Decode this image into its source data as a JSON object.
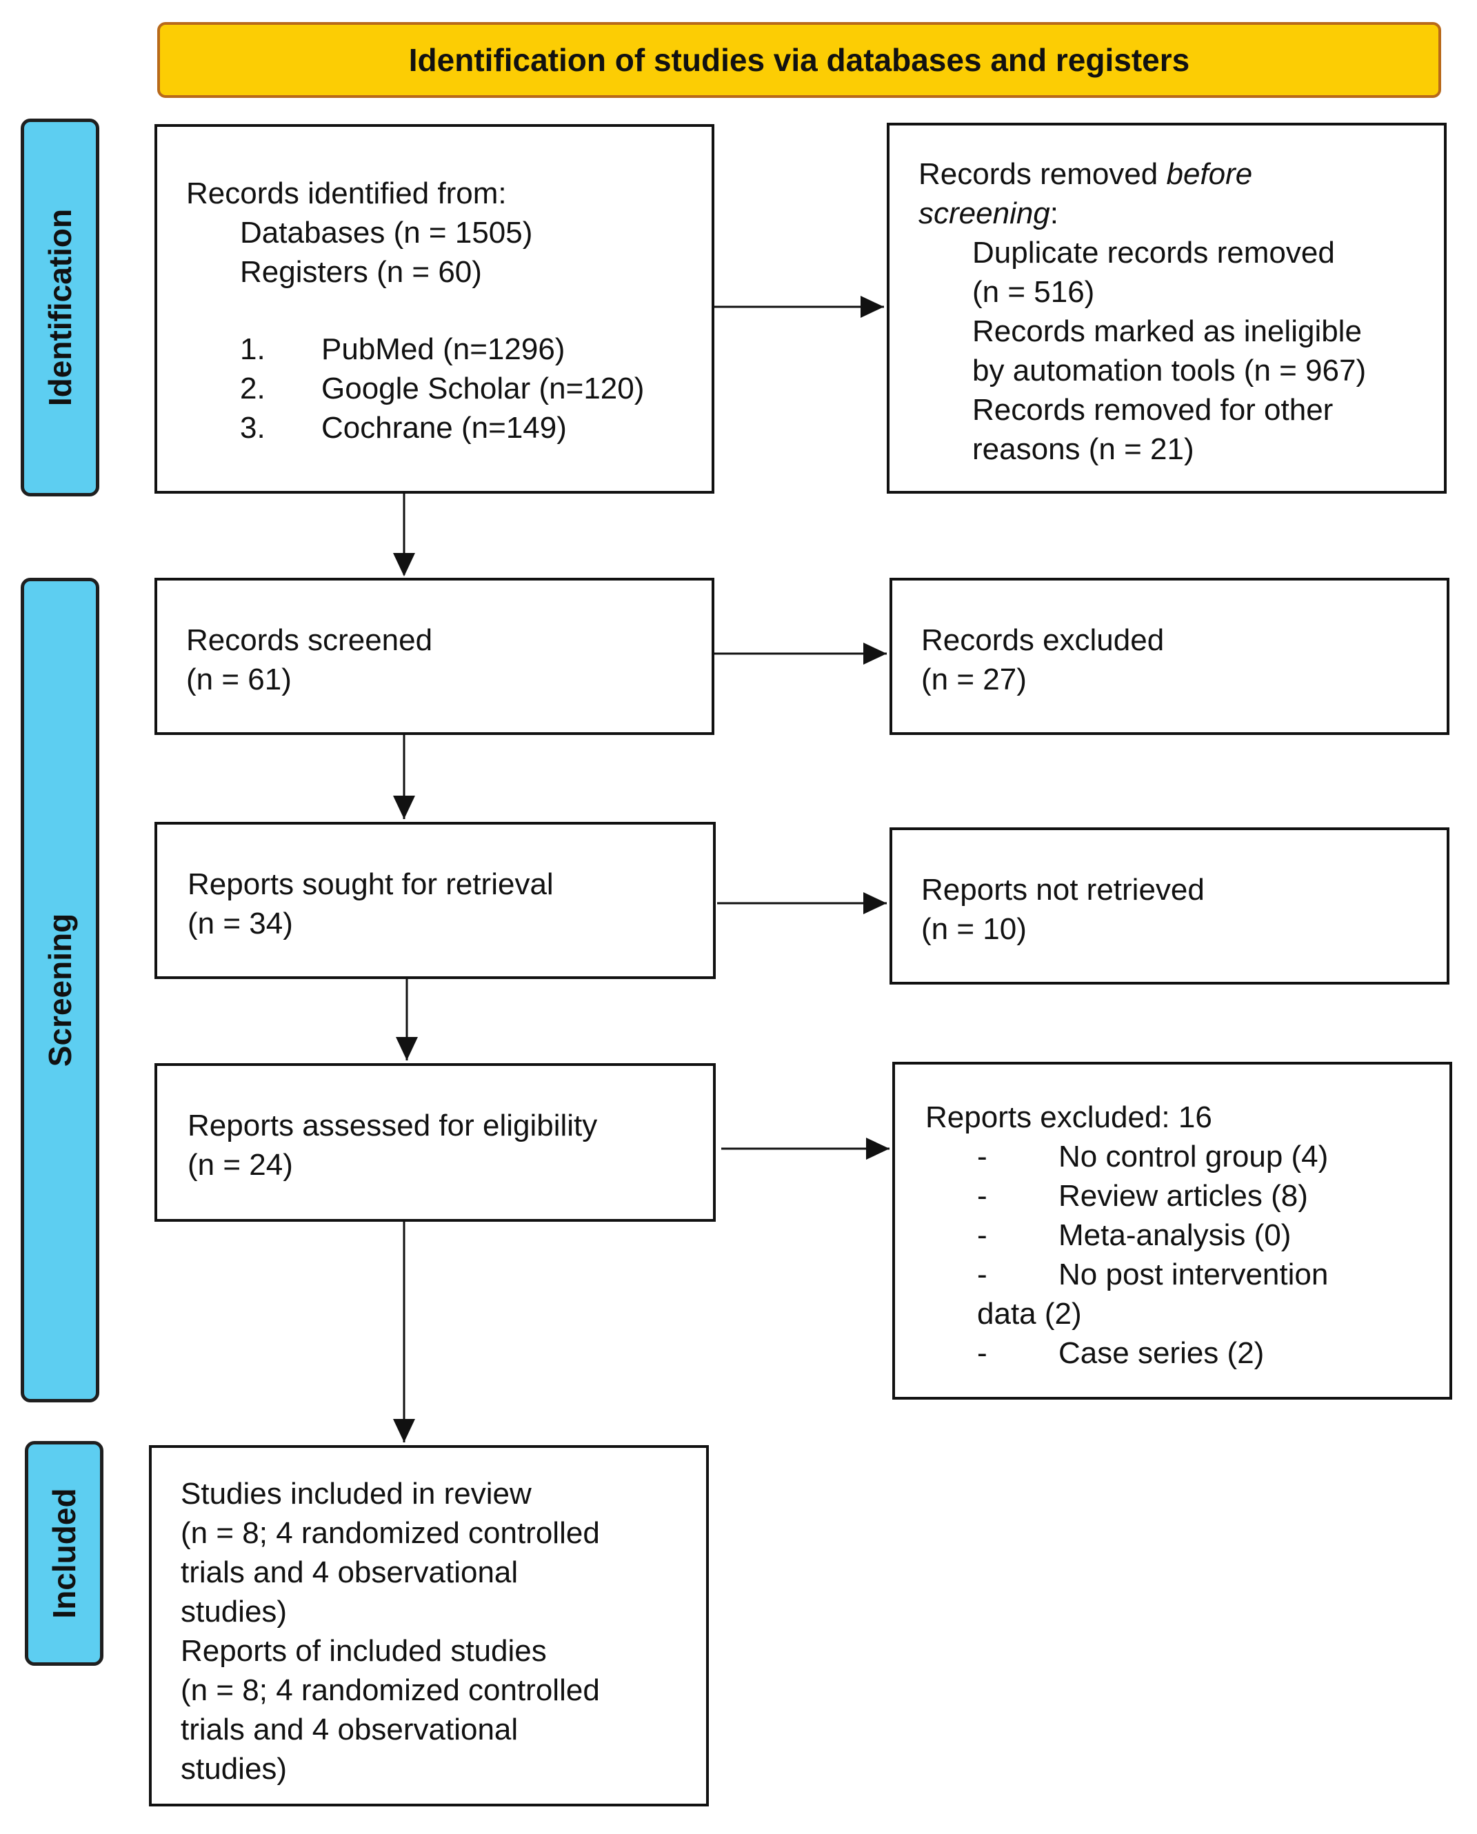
{
  "colors": {
    "banner_fill": "#fccd04",
    "side_fill": "#5dcef1",
    "border": "#111111"
  },
  "banner": {
    "title": "Identification of studies via databases and registers"
  },
  "phases": [
    {
      "label": "Identification"
    },
    {
      "label": "Screening"
    },
    {
      "label": "Included"
    }
  ],
  "identified": {
    "heading": "Records identified from:",
    "databases": "Databases (n = 1505)",
    "registers": "Registers (n = 60)",
    "sources": [
      {
        "num": "1.",
        "text": "PubMed (n=1296)"
      },
      {
        "num": "2.",
        "text": "Google Scholar (n=120)"
      },
      {
        "num": "3.",
        "text": "Cochrane (n=149)"
      }
    ]
  },
  "removed": {
    "heading_pre": "Records removed ",
    "heading_em": "before",
    "heading_em2": "screening",
    "heading_post": ":",
    "lines": [
      "Duplicate records removed",
      "(n = 516)",
      "Records marked as ineligible",
      "by automation tools (n = 967)",
      "Records removed for other",
      "reasons (n = 21)"
    ]
  },
  "screened": {
    "title": "Records screened",
    "count": "(n = 61)"
  },
  "excluded": {
    "title": "Records excluded",
    "count": "(n = 27)"
  },
  "sought": {
    "title": "Reports sought for retrieval",
    "count": "(n = 34)"
  },
  "not_retrieved": {
    "title": "Reports not retrieved",
    "count": "(n = 10)"
  },
  "assessed": {
    "title": "Reports assessed for eligibility",
    "count": "(n = 24)"
  },
  "reports_excluded": {
    "heading": "Reports excluded: 16",
    "dash": "-",
    "items": [
      "No control group (4)",
      "Review articles (8)",
      "Meta-analysis (0)",
      "No post intervention"
    ],
    "continuation": "data (2)",
    "last_item": "Case series (2)"
  },
  "included": {
    "lines": [
      "Studies included in review",
      "(n = 8; 4 randomized controlled",
      "trials and 4 observational",
      "studies)",
      "Reports of included studies",
      "(n = 8; 4 randomized controlled",
      "trials and 4 observational",
      "studies)"
    ]
  }
}
